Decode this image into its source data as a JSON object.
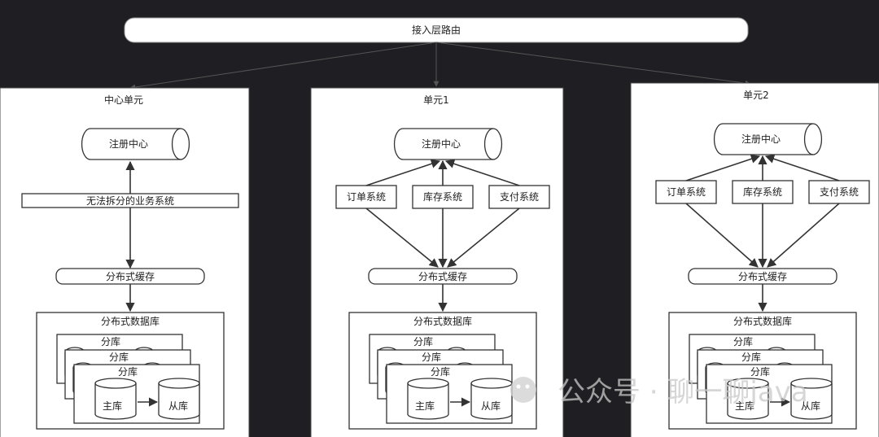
{
  "router": {
    "label": "接入层路由"
  },
  "units": [
    {
      "title": "中心单元",
      "registry": "注册中心",
      "business": "无法拆分的业务系统",
      "cache": "分布式缓存",
      "database": "分布式数据库",
      "shards": [
        "分库",
        "分库",
        "分库"
      ],
      "master": "主库",
      "slave": "从库"
    },
    {
      "title": "单元1",
      "registry": "注册中心",
      "systems": [
        "订单系统",
        "库存系统",
        "支付系统"
      ],
      "cache": "分布式缓存",
      "database": "分布式数据库",
      "shards": [
        "分库",
        "分库",
        "分库"
      ],
      "master": "主库",
      "slave": "从库"
    },
    {
      "title": "单元2",
      "registry": "注册中心",
      "systems": [
        "订单系统",
        "库存系统",
        "支付系统"
      ],
      "cache": "分布式缓存",
      "database": "分布式数据库",
      "shards": [
        "分库",
        "分库",
        "分库"
      ],
      "master": "主库",
      "slave": "从库"
    }
  ],
  "watermark": "公众号 · 聊一聊java"
}
